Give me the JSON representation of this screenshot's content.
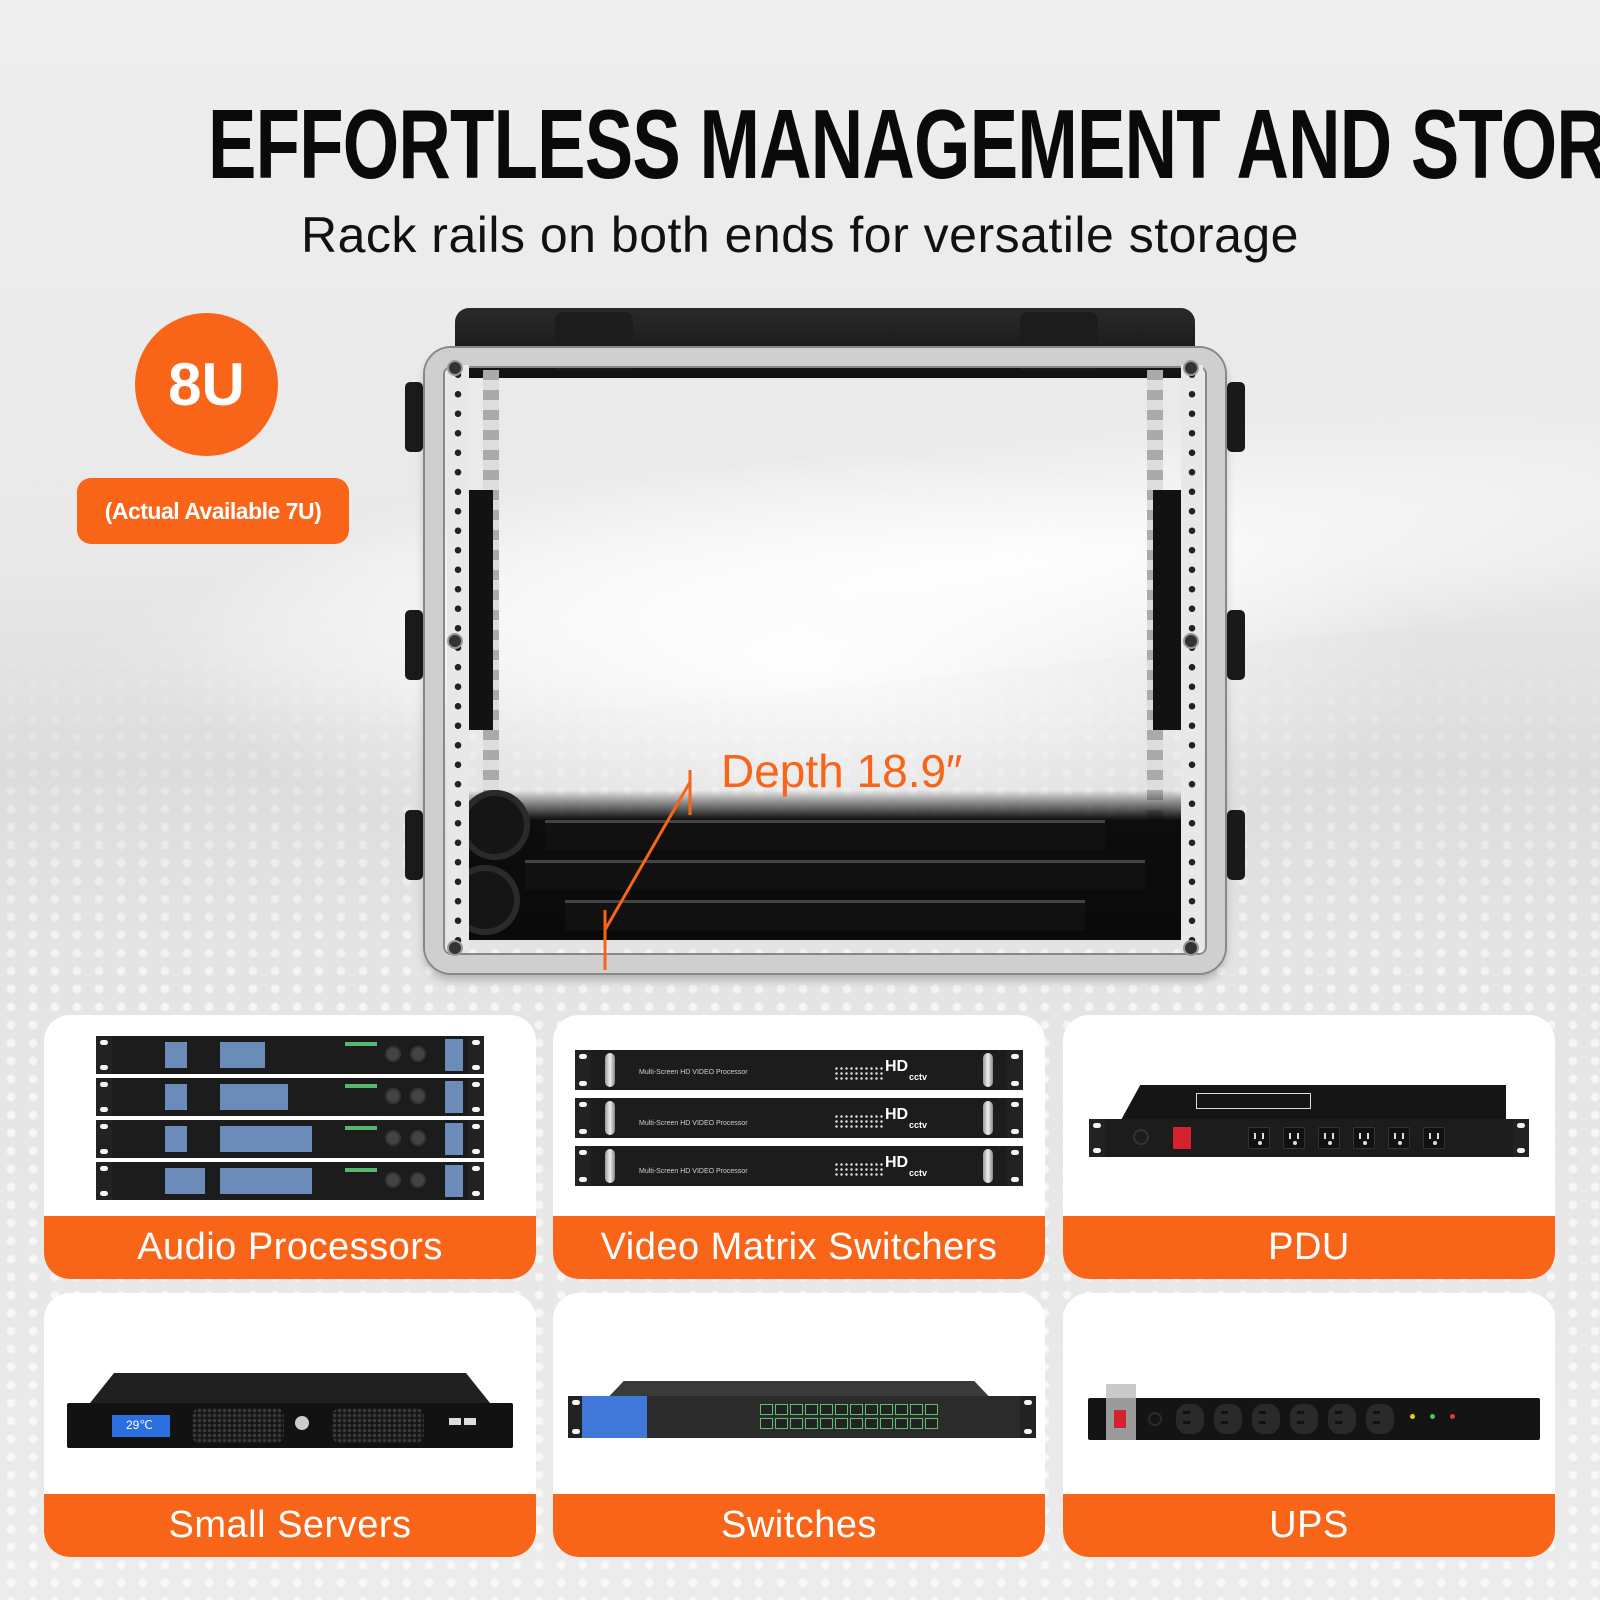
{
  "header": {
    "title": "EFFORTLESS MANAGEMENT AND STORAGE",
    "subtitle": "Rack rails on both ends for versatile storage"
  },
  "capacity": {
    "size_label": "8U",
    "available_label": "(Actual Available 7U)"
  },
  "product": {
    "depth_label": "Depth 18.9″"
  },
  "compatible_devices": [
    {
      "label": "Audio Processors"
    },
    {
      "label": "Video Matrix Switchers"
    },
    {
      "label": "PDU"
    },
    {
      "label": "Small Servers"
    },
    {
      "label": "Switches"
    },
    {
      "label": "UPS"
    }
  ],
  "device_details": {
    "video_processor_text": "Multi-Screen HD VIDEO Processor",
    "hd_logo": "HD",
    "hd_sub": "cctv",
    "server_display": "29℃"
  },
  "colors": {
    "accent": "#F86418",
    "text_dark": "#0a0a0a",
    "card_bg": "#ffffff"
  }
}
